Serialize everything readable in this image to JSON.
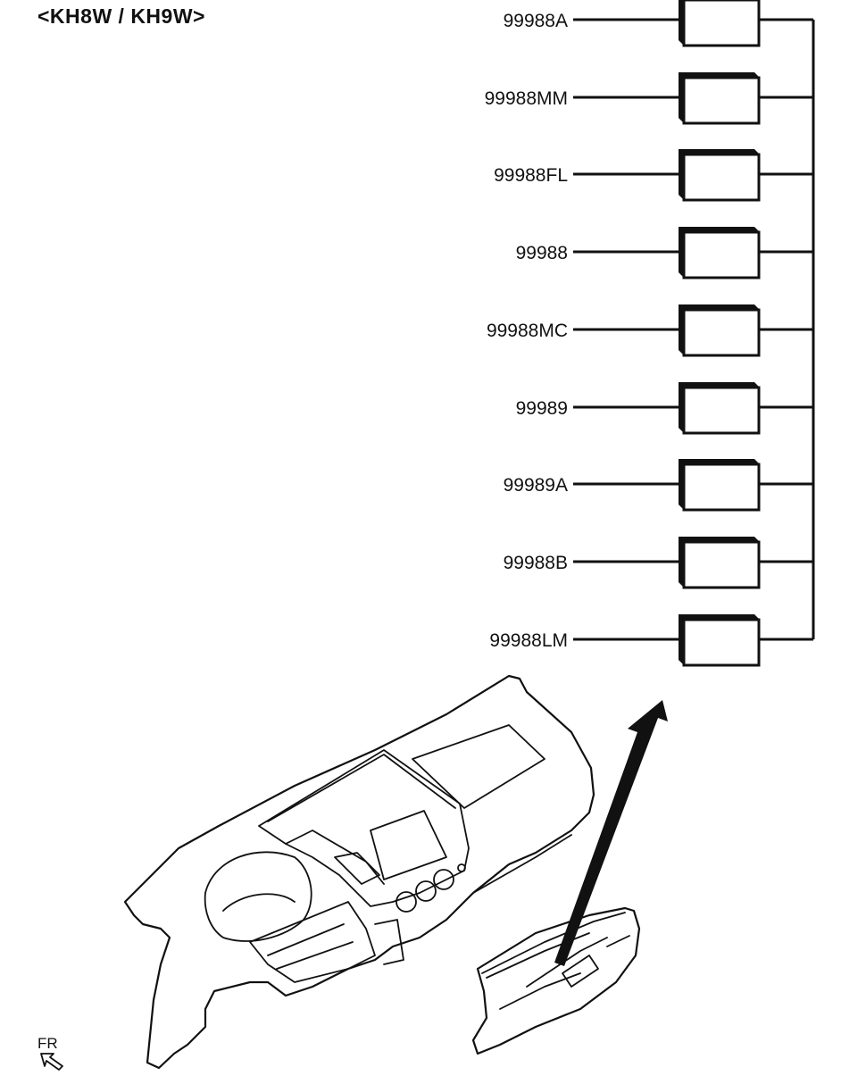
{
  "header": {
    "title": "<KH8W / KH9W>"
  },
  "parts": [
    {
      "label": "99988A"
    },
    {
      "label": "99988MM"
    },
    {
      "label": "99988FL"
    },
    {
      "label": "99988"
    },
    {
      "label": "99988MC"
    },
    {
      "label": "99989"
    },
    {
      "label": "99989A"
    },
    {
      "label": "99988B"
    },
    {
      "label": "99988LM"
    }
  ],
  "direction_mark": {
    "label": "FR",
    "icon": "front-arrow-icon"
  },
  "illustrations": [
    {
      "name": "instrument-panel-illustration"
    },
    {
      "name": "glove-box-illustration"
    }
  ]
}
